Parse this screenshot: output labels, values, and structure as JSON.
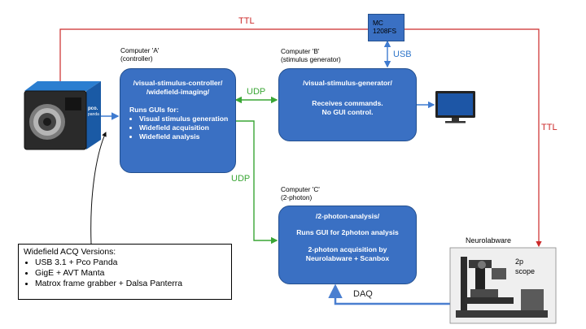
{
  "computers": {
    "a": {
      "caption": [
        "Computer 'A'",
        "(controller)"
      ],
      "paths": [
        "/visual-stimulus-controller/",
        "/widefield-imaging/"
      ],
      "heading": "Runs GUIs for:",
      "items": [
        "Visual stimulus generation",
        "Widefield acquisition",
        "Widefield analysis"
      ]
    },
    "b": {
      "caption": [
        "Computer 'B'",
        "(stimulus generator)"
      ],
      "path": "/visual-stimulus-generator/",
      "lines": [
        "Receives commands.",
        "No GUI control."
      ]
    },
    "c": {
      "caption": [
        "Computer 'C'",
        "(2-photon)"
      ],
      "path": "/2-photon-analysis/",
      "line1": "Runs GUI for 2photon analysis",
      "line2": [
        "2-photon acquisition by",
        "Neurolabware + Scanbox"
      ]
    }
  },
  "daq_device": {
    "lines": [
      "MC",
      "1208FS"
    ]
  },
  "links": {
    "ttl": "TTL",
    "udp": "UDP",
    "usb": "USB",
    "daq": "DAQ"
  },
  "camera": {
    "brand": "pco.",
    "model": "panda"
  },
  "scope": {
    "vendor": "Neurolabware",
    "caption": [
      "2p",
      "scope"
    ]
  },
  "versions": {
    "title": "Widefield ACQ Versions:",
    "items": [
      "USB 3.1 + Pco Panda",
      "GigE + AVT Manta",
      "Matrox frame grabber + Dalsa Panterra"
    ]
  },
  "colors": {
    "box_fill": "#3a70c3",
    "box_stroke": "#24508f",
    "ttl": "#cc2a2a",
    "udp": "#3aa635",
    "usb": "#2e75c9",
    "daq": "#4a7fd0"
  }
}
